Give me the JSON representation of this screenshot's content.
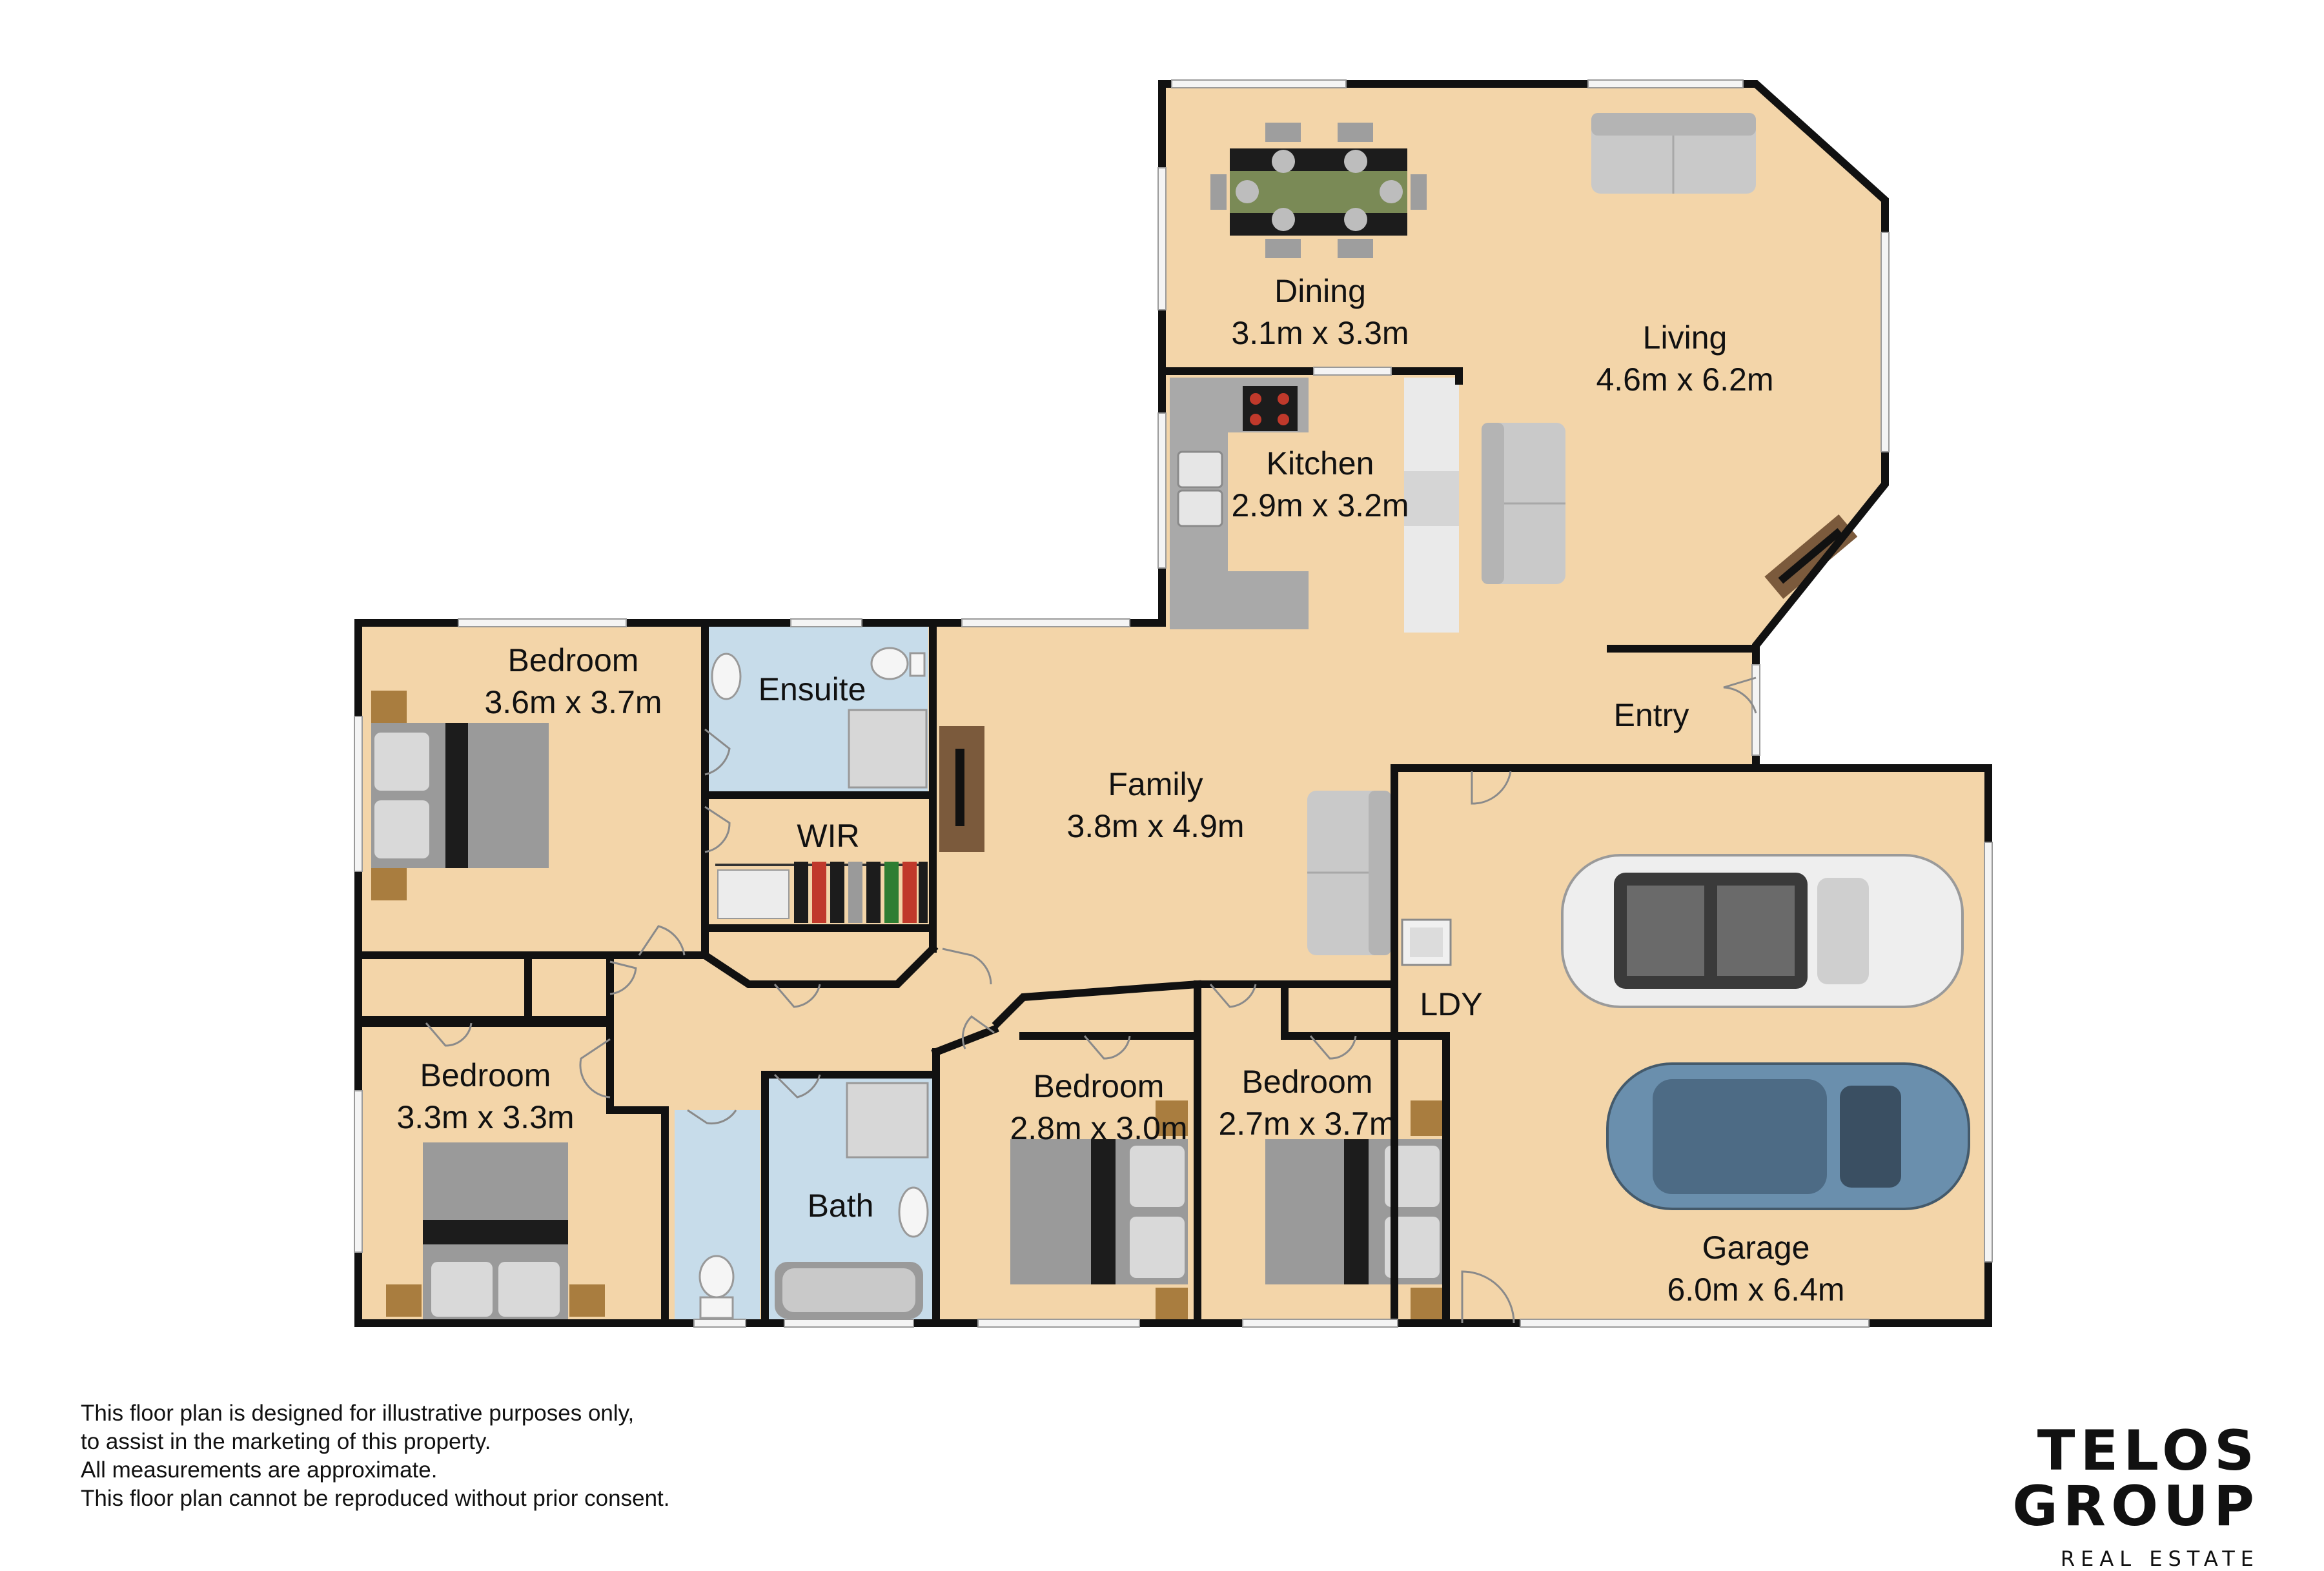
{
  "rooms": {
    "dining": {
      "name": "Dining",
      "size": "3.1m x 3.3m"
    },
    "living": {
      "name": "Living",
      "size": "4.6m x 6.2m"
    },
    "kitchen": {
      "name": "Kitchen",
      "size": "2.9m x 3.2m"
    },
    "bedroom1": {
      "name": "Bedroom",
      "size": "3.6m x 3.7m"
    },
    "ensuite": {
      "name": "Ensuite"
    },
    "wir": {
      "name": "WIR"
    },
    "family": {
      "name": "Family",
      "size": "3.8m x 4.9m"
    },
    "entry": {
      "name": "Entry"
    },
    "ldy": {
      "name": "LDY"
    },
    "bedroom2": {
      "name": "Bedroom",
      "size": "3.3m x 3.3m"
    },
    "bath": {
      "name": "Bath"
    },
    "bedroom3": {
      "name": "Bedroom",
      "size": "2.8m x 3.0m"
    },
    "bedroom4": {
      "name": "Bedroom",
      "size": "2.7m x 3.7m"
    },
    "garage": {
      "name": "Garage",
      "size": "6.0m x 6.4m"
    }
  },
  "disclaimer": {
    "line1": "This floor plan is designed for illustrative purposes only,",
    "line2": "to assist in the marketing of this property.",
    "line3": "All measurements are approximate.",
    "line4": "This floor plan cannot be reproduced without prior consent."
  },
  "brand": {
    "name": "TELOS GROUP",
    "tagline": "REAL ESTATE"
  },
  "colors": {
    "floor": "#f3d5a9",
    "wet_area": "#c7dcea",
    "wall": "#111111",
    "window": "#f4f4f4",
    "sofa": "#c9c9c9",
    "bench": "#a9a9a9",
    "timber": "#7b5a3c",
    "car_white": "#eeeeee",
    "car_blue": "#6a8fad"
  }
}
